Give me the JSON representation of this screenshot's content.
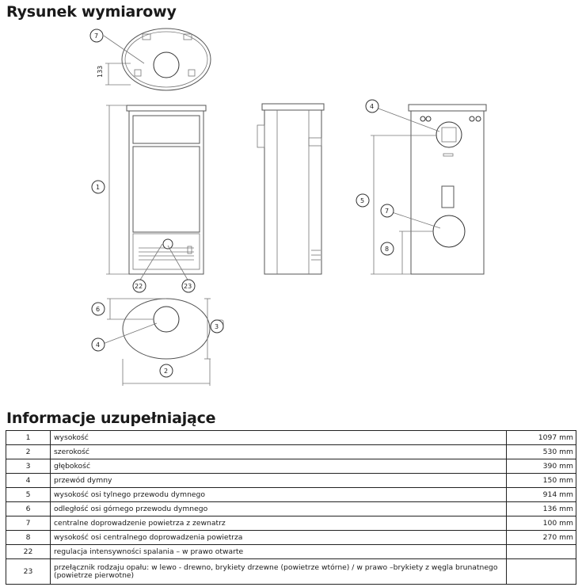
{
  "section_drawing_title": "Rysunek wymiarowy",
  "section_info_title": "Informacje uzupełniające",
  "drawing": {
    "callouts": [
      "7",
      "1",
      "4",
      "5",
      "7",
      "8",
      "22",
      "23",
      "6",
      "3",
      "4",
      "2"
    ],
    "dim_text": "133"
  },
  "table": [
    {
      "num": "1",
      "label": "wysokość",
      "value": "1097 mm"
    },
    {
      "num": "2",
      "label": "szerokość",
      "value": "530 mm"
    },
    {
      "num": "3",
      "label": "głębokość",
      "value": "390 mm"
    },
    {
      "num": "4",
      "label": "przewód dymny",
      "value": "150 mm"
    },
    {
      "num": "5",
      "label": "wysokość osi tylnego przewodu dymnego",
      "value": "914 mm"
    },
    {
      "num": "6",
      "label": "odległość osi górnego przewodu dymnego",
      "value": "136 mm"
    },
    {
      "num": "7",
      "label": "centralne doprowadzenie powietrza z zewnatrz",
      "value": "100 mm"
    },
    {
      "num": "8",
      "label": "wysokość osi centralnego doprowadzenia powietrza",
      "value": "270 mm"
    },
    {
      "num": "22",
      "label": "regulacja intensywności spalania – w prawo otwarte",
      "value": ""
    },
    {
      "num": "23",
      "label": "przełącznik rodzaju opału: w lewo - drewno, brykiety drzewne (powietrze wtórne) / w prawo –brykiety z węgla brunatnego (powietrze pierwotne)",
      "value": ""
    }
  ]
}
